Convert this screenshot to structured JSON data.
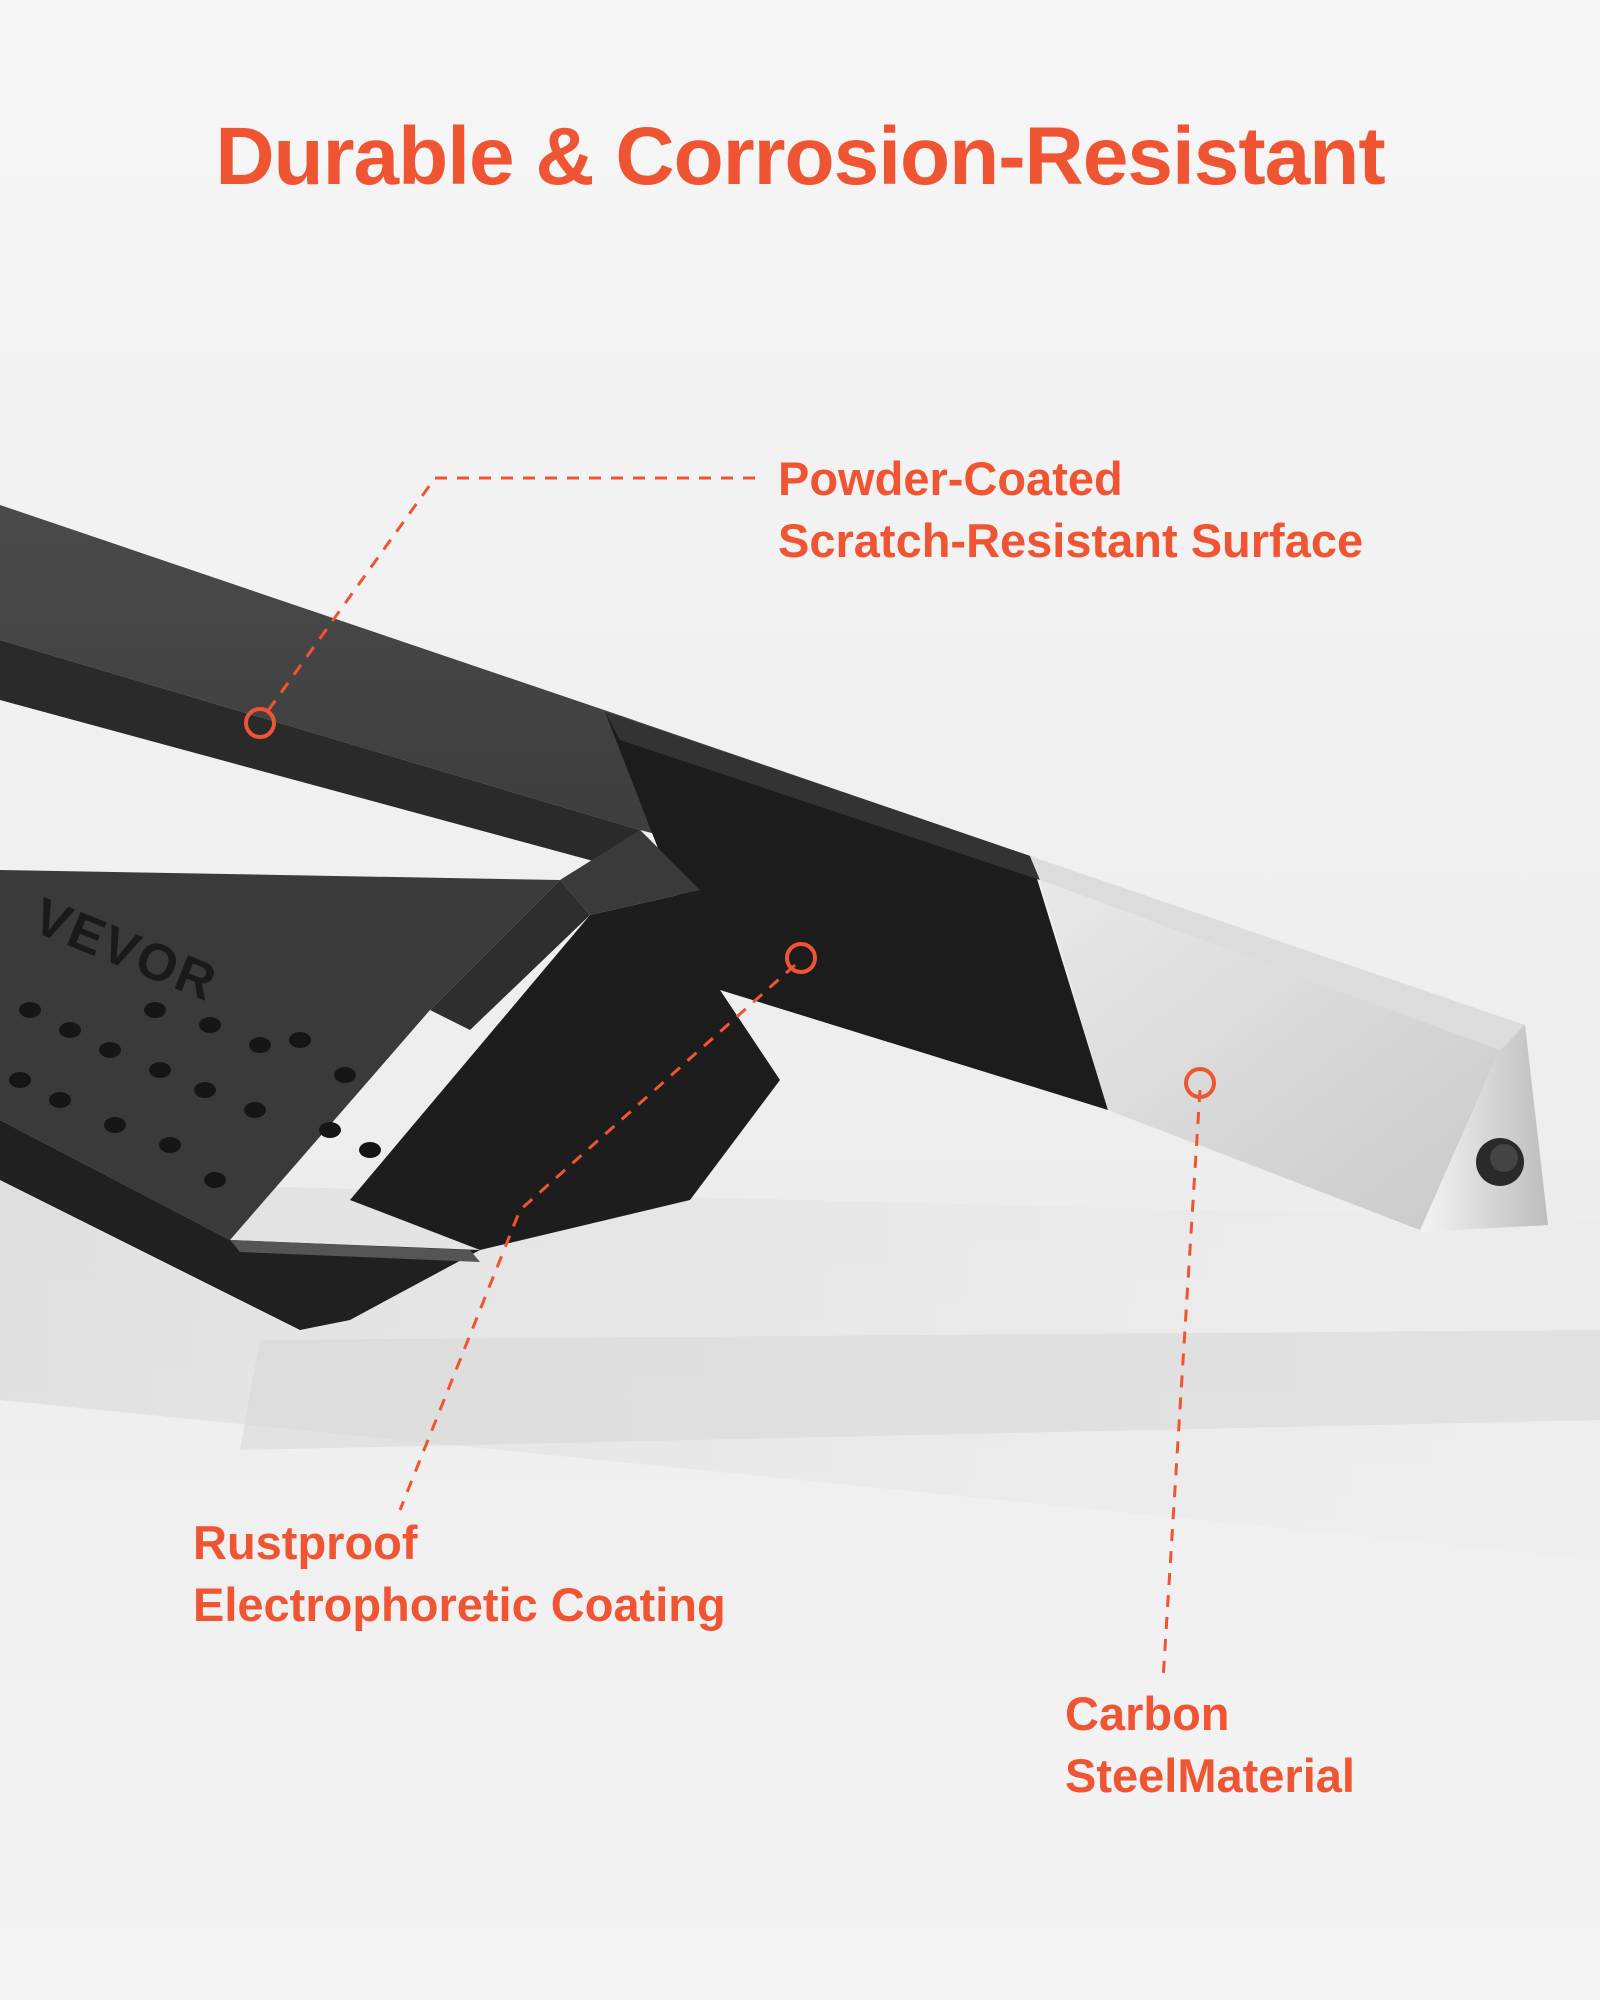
{
  "title": "Durable & Corrosion-Resistant",
  "brand_mark": "VEVOR",
  "accent_color": "#f05533",
  "callouts": {
    "powder_coated": {
      "line1": "Powder-Coated",
      "line2": "Scratch-Resistant Surface"
    },
    "rustproof": {
      "line1": "Rustproof",
      "line2": "Electrophoretic Coating"
    },
    "carbon_steel": {
      "line1": "Carbon",
      "line2": "SteelMaterial"
    }
  }
}
